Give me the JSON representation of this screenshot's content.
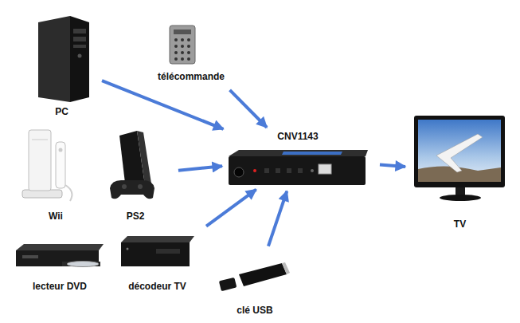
{
  "diagram": {
    "nodes": [
      {
        "text": [
          "PC"
        ]
      },
      {
        "text": [
          "télécommande"
        ]
      },
      {
        "text": [
          "CNV1143"
        ]
      },
      {
        "text": [
          "TV"
        ]
      },
      {
        "text": [
          "Wii"
        ]
      },
      {
        "text": [
          "PS2"
        ]
      },
      {
        "text": [
          "lecteur DVD"
        ]
      },
      {
        "text": [
          "décodeur TV"
        ]
      },
      {
        "text": [
          "clé USB"
        ]
      }
    ],
    "edges": [
      {
        "from": 0,
        "to": 2,
        "arrow": "to"
      },
      {
        "from": 1,
        "to": 2,
        "arrow": "to"
      },
      {
        "from": 5,
        "to": 2,
        "arrow": "to"
      },
      {
        "from": 7,
        "to": 2,
        "arrow": "to"
      },
      {
        "from": 8,
        "to": 2,
        "arrow": "to"
      },
      {
        "from": 2,
        "to": 3,
        "arrow": "to"
      }
    ]
  }
}
